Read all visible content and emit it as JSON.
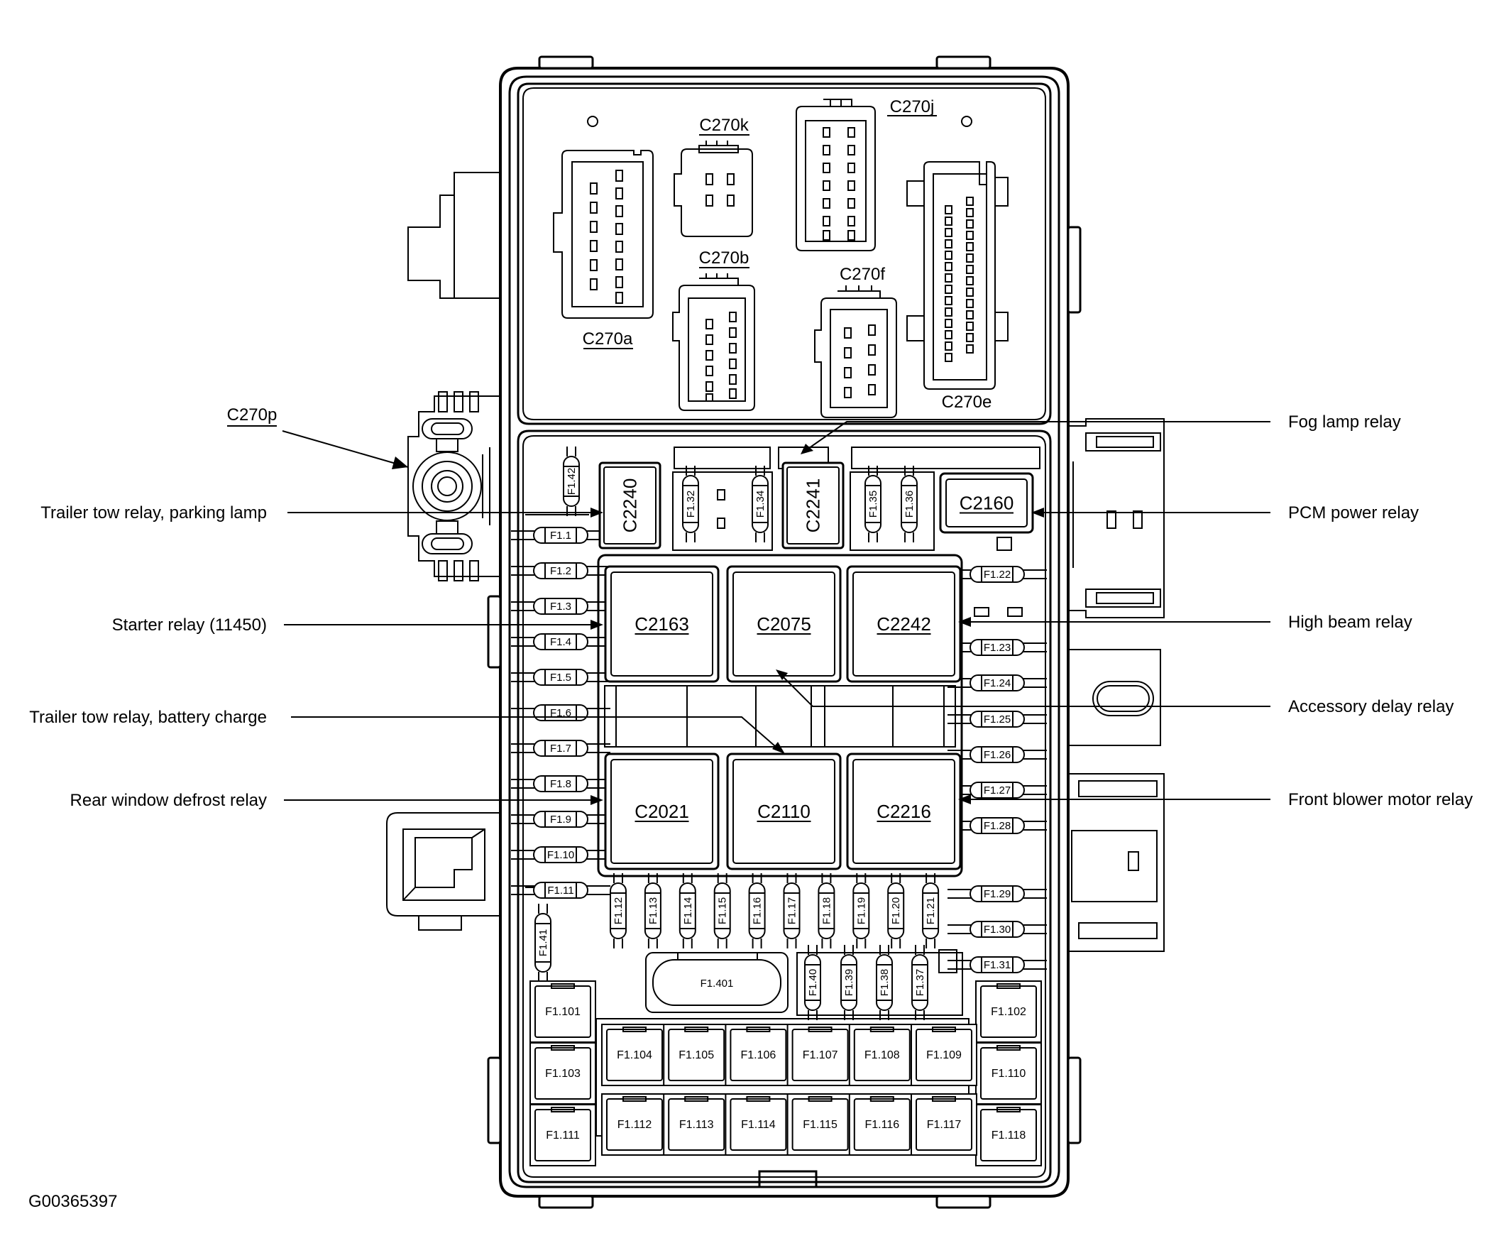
{
  "figure_id": "G00365397",
  "callouts": {
    "c270p": "C270p",
    "trailer_tow_parking": "Trailer tow relay, parking lamp",
    "starter": "Starter relay (11450)",
    "trailer_tow_battery": "Trailer tow relay, battery charge",
    "rear_defrost": "Rear window defrost relay",
    "fog_lamp": "Fog lamp relay",
    "pcm_power": "PCM power relay",
    "high_beam": "High beam relay",
    "accessory_delay": "Accessory delay relay",
    "front_blower": "Front blower motor relay"
  },
  "connectors": {
    "c270a": "C270a",
    "c270k": "C270k",
    "c270b": "C270b",
    "c270j": "C270j",
    "c270f": "C270f",
    "c270e": "C270e"
  },
  "relays": {
    "c2240": "C2240",
    "c2241": "C2241",
    "c2160": "C2160",
    "c2163": "C2163",
    "c2075": "C2075",
    "c2242": "C2242",
    "c2021": "C2021",
    "c2110": "C2110",
    "c2216": "C2216"
  },
  "fuses_left": [
    "F1.1",
    "F1.2",
    "F1.3",
    "F1.4",
    "F1.5",
    "F1.6",
    "F1.7",
    "F1.8",
    "F1.9",
    "F1.10",
    "F1.11"
  ],
  "fuses_right": [
    "F1.22",
    "F1.23",
    "F1.24",
    "F1.25",
    "F1.26",
    "F1.27",
    "F1.28",
    "F1.29",
    "F1.30",
    "F1.31"
  ],
  "fuses_bottom_row": [
    "F1.12",
    "F1.13",
    "F1.14",
    "F1.15",
    "F1.16",
    "F1.17",
    "F1.18",
    "F1.19",
    "F1.20",
    "F1.21"
  ],
  "fuses_lower_row": [
    "F1.40",
    "F1.39",
    "F1.38",
    "F1.37"
  ],
  "fuses_top": [
    "F1.32",
    "F1.34",
    "F1.35",
    "F1.36"
  ],
  "fuse_f142": "F1.42",
  "fuse_f141": "F1.41",
  "fuse_f1401": "F1.401",
  "maxi_left": [
    "F1.101",
    "F1.103",
    "F1.111"
  ],
  "maxi_right": [
    "F1.102",
    "F1.110",
    "F1.118"
  ],
  "maxi_mid_top": [
    "F1.104",
    "F1.105",
    "F1.106",
    "F1.107",
    "F1.108",
    "F1.109"
  ],
  "maxi_mid_bottom": [
    "F1.112",
    "F1.113",
    "F1.114",
    "F1.115",
    "F1.116",
    "F1.117"
  ]
}
